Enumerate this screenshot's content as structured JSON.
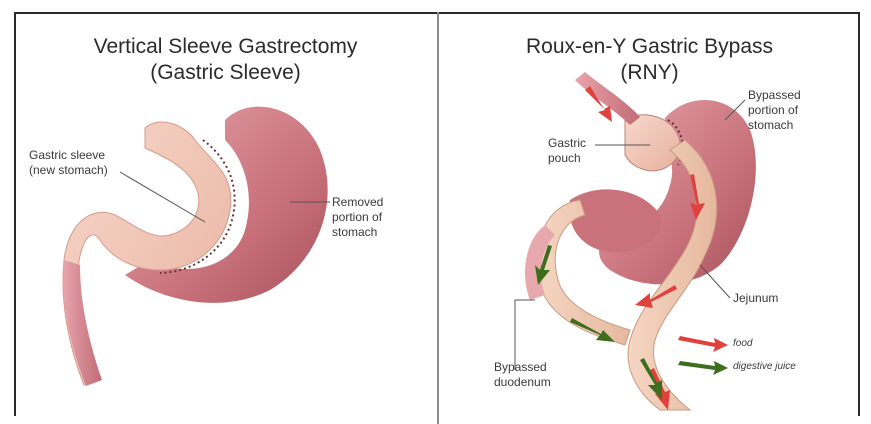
{
  "left_panel": {
    "title": "Vertical Sleeve Gastrectomy",
    "subtitle": "(Gastric Sleeve)",
    "labels": {
      "sleeve_line1": "Gastric sleeve",
      "sleeve_line2": "(new stomach)",
      "removed_line1": "Removed",
      "removed_line2": "portion of",
      "removed_line3": "stomach"
    }
  },
  "right_panel": {
    "title": "Roux-en-Y Gastric Bypass",
    "subtitle": "(RNY)",
    "labels": {
      "bypassed_line1": "Bypassed",
      "bypassed_line2": "portion of",
      "bypassed_line3": "stomach",
      "pouch_line1": "Gastric",
      "pouch_line2": "pouch",
      "jejunum": "Jejunum",
      "duodenum_line1": "Bypassed",
      "duodenum_line2": "duodenum"
    },
    "legend": {
      "food": "food",
      "juice": "digestive juice"
    }
  },
  "colors": {
    "stomach": "#c9727c",
    "stomach_light": "#e8aab0",
    "sleeve": "#f2c7b6",
    "food_arrow": "#e0413c",
    "juice_arrow": "#3c6e1e"
  }
}
